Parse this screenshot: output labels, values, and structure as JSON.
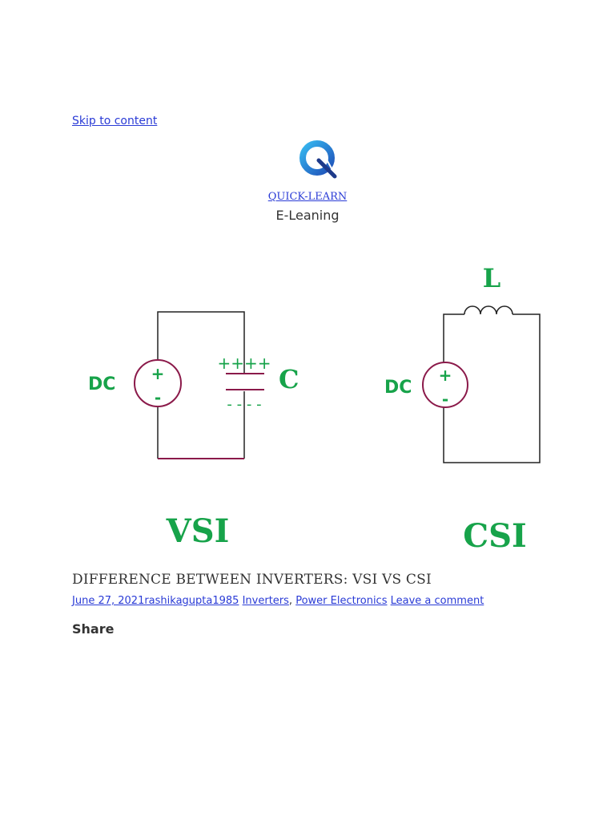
{
  "header": {
    "skip_link": "Skip to content",
    "site_title": "QUICK-LEARN",
    "site_description": "E-Leaning"
  },
  "figure": {
    "vsi": {
      "source_label": "DC",
      "plus": "+",
      "minus": "-",
      "cap_top": "++++",
      "cap_bottom": "- - - -",
      "cap_label": "C",
      "caption": "VSI"
    },
    "csi": {
      "source_label": "DC",
      "plus": "+",
      "minus": "-",
      "inductor_label": "L",
      "caption": "CSI"
    },
    "colors": {
      "green": "#17a34a",
      "wire": "#222222",
      "maroon": "#8b1a4a"
    }
  },
  "post": {
    "title": "DIFFERENCE BETWEEN INVERTERS: VSI VS CSI",
    "date_author": "June 27, 2021rashikagupta1985",
    "category_1": "Inverters",
    "separator": ",",
    "category_2": "Power Electronics",
    "comment_link": "Leave a comment",
    "share_label": "Share"
  }
}
